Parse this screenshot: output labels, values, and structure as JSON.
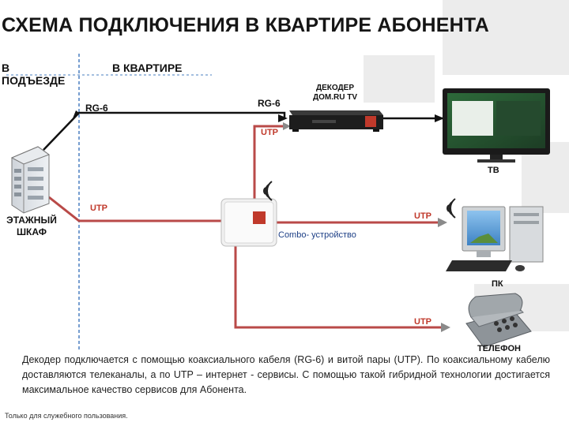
{
  "title": "СХЕМА ПОДКЛЮЧЕНИЯ В КВАРТИРЕ АБОНЕНТА",
  "zones": {
    "entrance_line1": "В",
    "entrance_line2": "ПОДЪЕЗДЕ",
    "apartment": "В КВАРТИРЕ"
  },
  "devices": {
    "floor_cabinet_line1": "ЭТАЖНЫЙ",
    "floor_cabinet_line2": "ШКАФ",
    "decoder_line1": "ДЕКОДЕР",
    "decoder_line2": "ДОМ.RU TV",
    "tv": "ТВ",
    "combo": "Combo- устройство",
    "pc": "ПК",
    "phone": "ТЕЛЕФОН"
  },
  "cables": {
    "rg6_left": "RG-6",
    "rg6_right": "RG-6",
    "utp_decoder": "UTP",
    "utp_cabinet": "UTP",
    "utp_pc": "UTP",
    "utp_phone": "UTP"
  },
  "description": "Декодер подключается с помощью коаксиального кабеля (RG-6) и витой пары (UTP). По коаксиальному кабелю доставляются телеканалы, а по UTP – интернет - сервисы. С помощью такой гибридной технологии достигается максимальное качество сервисов для Абонента.",
  "footnote": "Только для служебного пользования.",
  "colors": {
    "coax": "#111111",
    "utp": "#b94a48",
    "separator": "#4a7fc1"
  }
}
